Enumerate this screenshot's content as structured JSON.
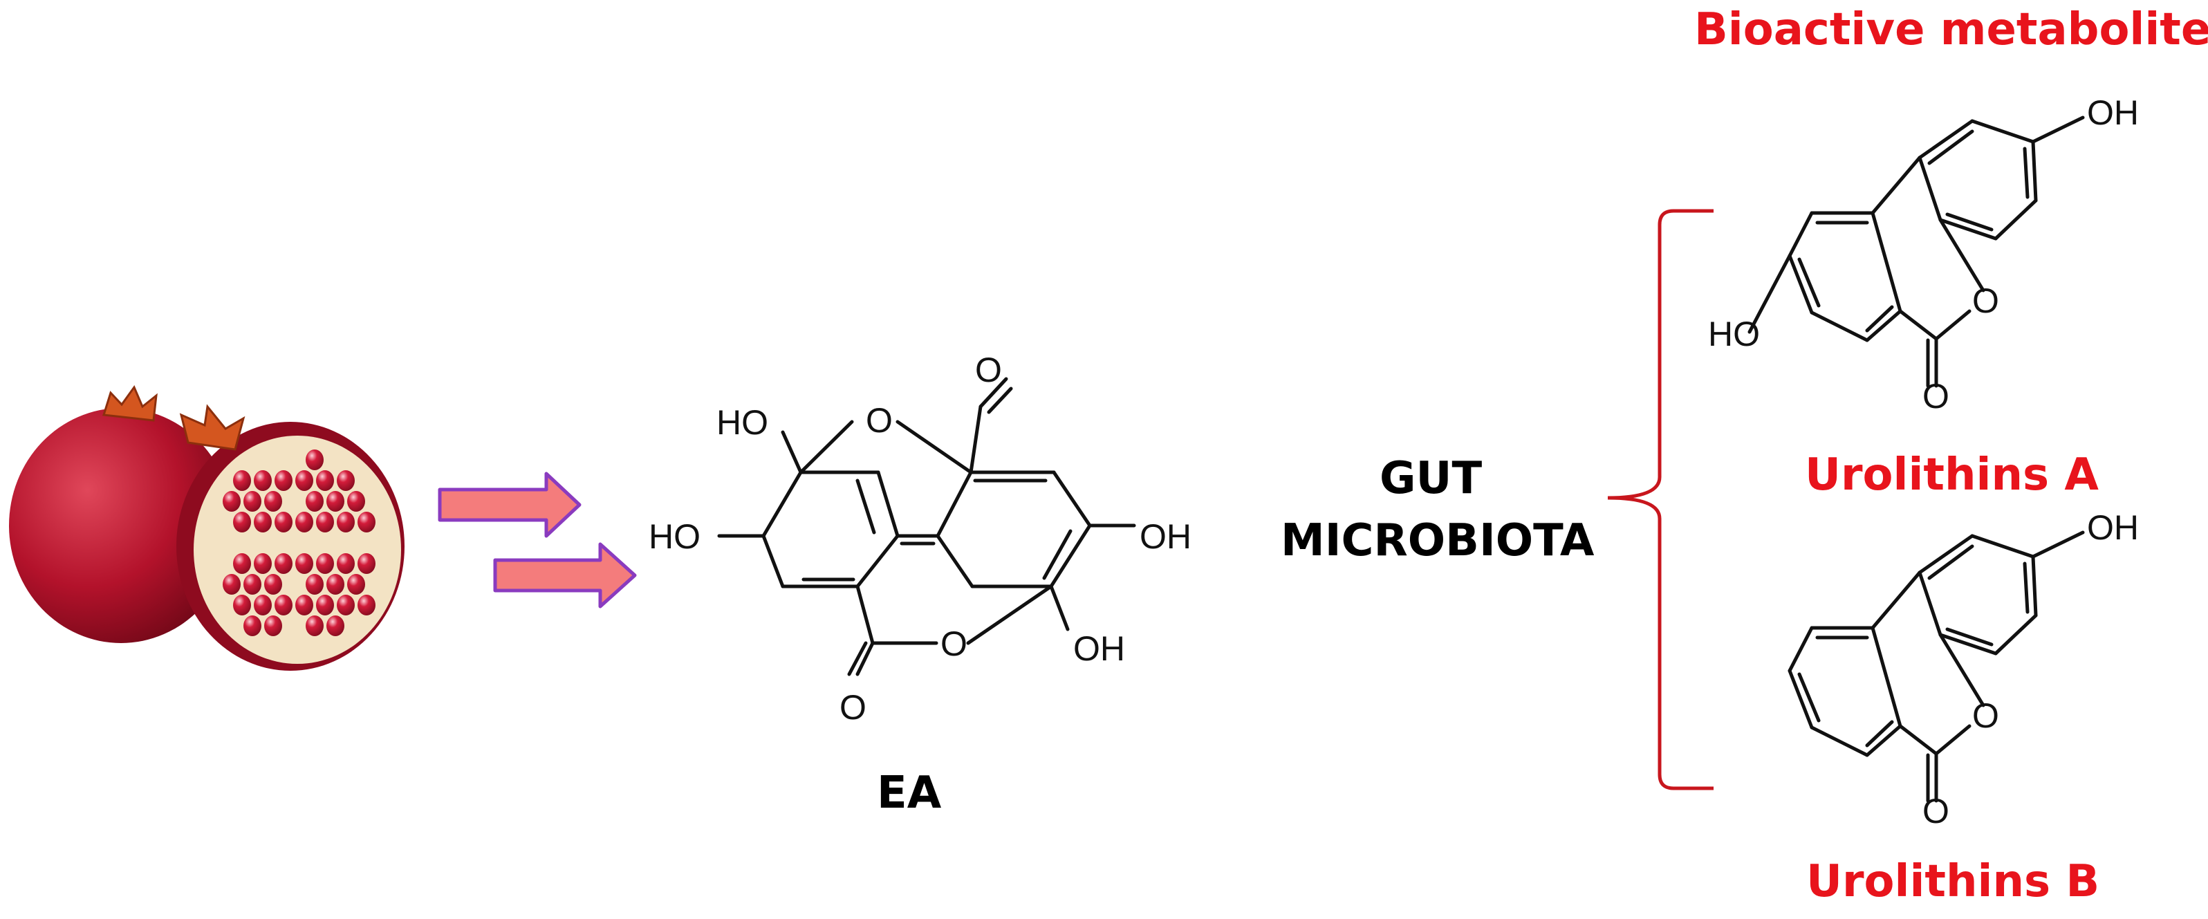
{
  "colors": {
    "accent_red": "#e8141c",
    "text": "#000000",
    "bond": "#111111",
    "arrow_fill": "#f47c7c",
    "arrow_stroke": "#8a3bbf",
    "bracket": "#c8161d",
    "pomegranate_skin": "#b3122b",
    "aril": "#c2142b",
    "pith": "#f3e3c4"
  },
  "icons": {
    "pomegranate": "pomegranate-image",
    "arrows": "double-right-arrow"
  },
  "labels": {
    "ea": "EA",
    "gut_line1": "GUT",
    "gut_line2": "MICROBIOTA",
    "header": "Bioactive metabolites",
    "urolithin_a": "Urolithins A",
    "urolithin_b": "Urolithins B"
  },
  "atoms": {
    "ea": {
      "o_top": "O",
      "o_ring_top": "O",
      "ho_top_left": "HO",
      "ho_left": "HO",
      "oh_right": "OH",
      "oh_bottom_right": "OH",
      "o_ring_bottom": "O",
      "o_bottom": "O"
    },
    "uro_a": {
      "oh": "OH",
      "ho": "HO",
      "o_ring": "O",
      "o_carbonyl": "O"
    },
    "uro_b": {
      "oh": "OH",
      "o_ring": "O",
      "o_carbonyl": "O"
    }
  }
}
